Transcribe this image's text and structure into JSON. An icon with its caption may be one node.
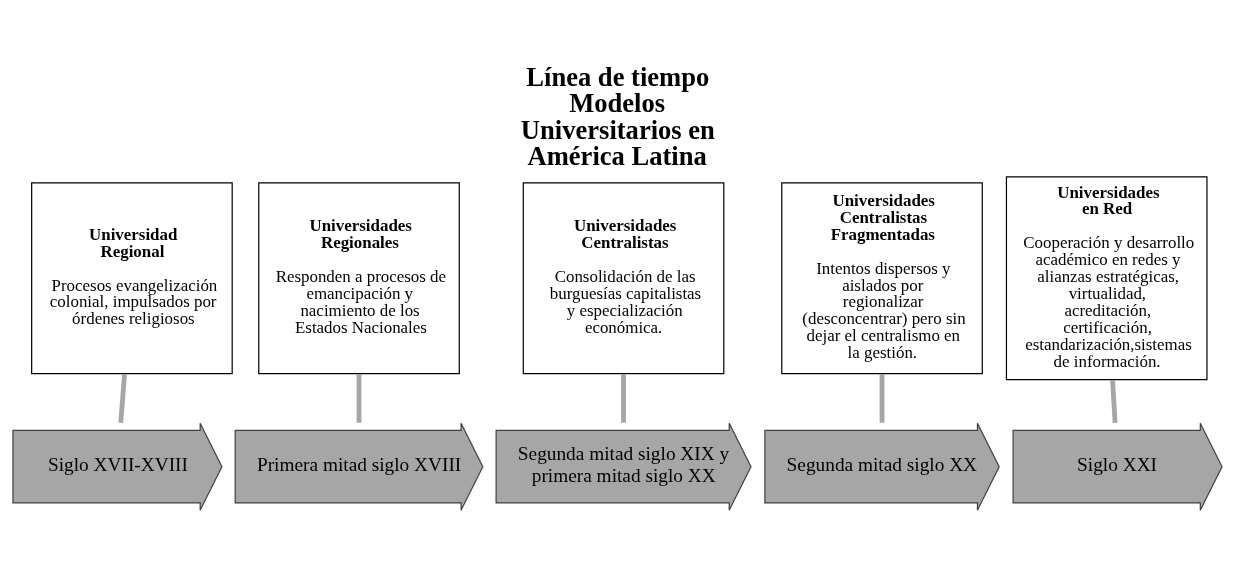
{
  "diagram": {
    "title": "Línea de tiempo Modelos Universitarios en América Latina",
    "nodes": [
      {
        "text": [
          "Universidad Regional",
          "Procesos evangelización colonial, impulsados por órdenes religiosos"
        ]
      },
      {
        "text": [
          "Universidades Regionales",
          "Responden a procesos de emancipación y nacimiento de los Estados Nacionales"
        ]
      },
      {
        "text": [
          "Universidades Centralistas",
          "Consolidación de las burguesías capitalistas y especialización económica."
        ]
      },
      {
        "text": [
          "Universidades Centralistas Fragmentadas",
          "Intentos dispersos y aislados por regionalizar (desconcentrar) pero sin dejar el centralismo en la gestión."
        ]
      },
      {
        "text": [
          "Universidades en Red",
          "Cooperación y desarrollo académico en redes y alianzas estratégicas, virtualidad, acreditación, certificación, estandarización,sistemas de información."
        ]
      },
      {
        "text": [
          "Siglo XVII-XVIII"
        ]
      },
      {
        "text": [
          "Primera mitad siglo XVIII"
        ]
      },
      {
        "text": [
          "Segunda mitad siglo XIX y primera mitad siglo XX"
        ]
      },
      {
        "text": [
          "Segunda mitad siglo XX"
        ]
      },
      {
        "text": [
          "Siglo XXI"
        ]
      }
    ],
    "edges": [
      {
        "from": 0,
        "to": 5,
        "arrow": "none"
      },
      {
        "from": 1,
        "to": 6,
        "arrow": "none"
      },
      {
        "from": 2,
        "to": 7,
        "arrow": "none"
      },
      {
        "from": 3,
        "to": 8,
        "arrow": "none"
      },
      {
        "from": 4,
        "to": 9,
        "arrow": "none"
      }
    ]
  }
}
